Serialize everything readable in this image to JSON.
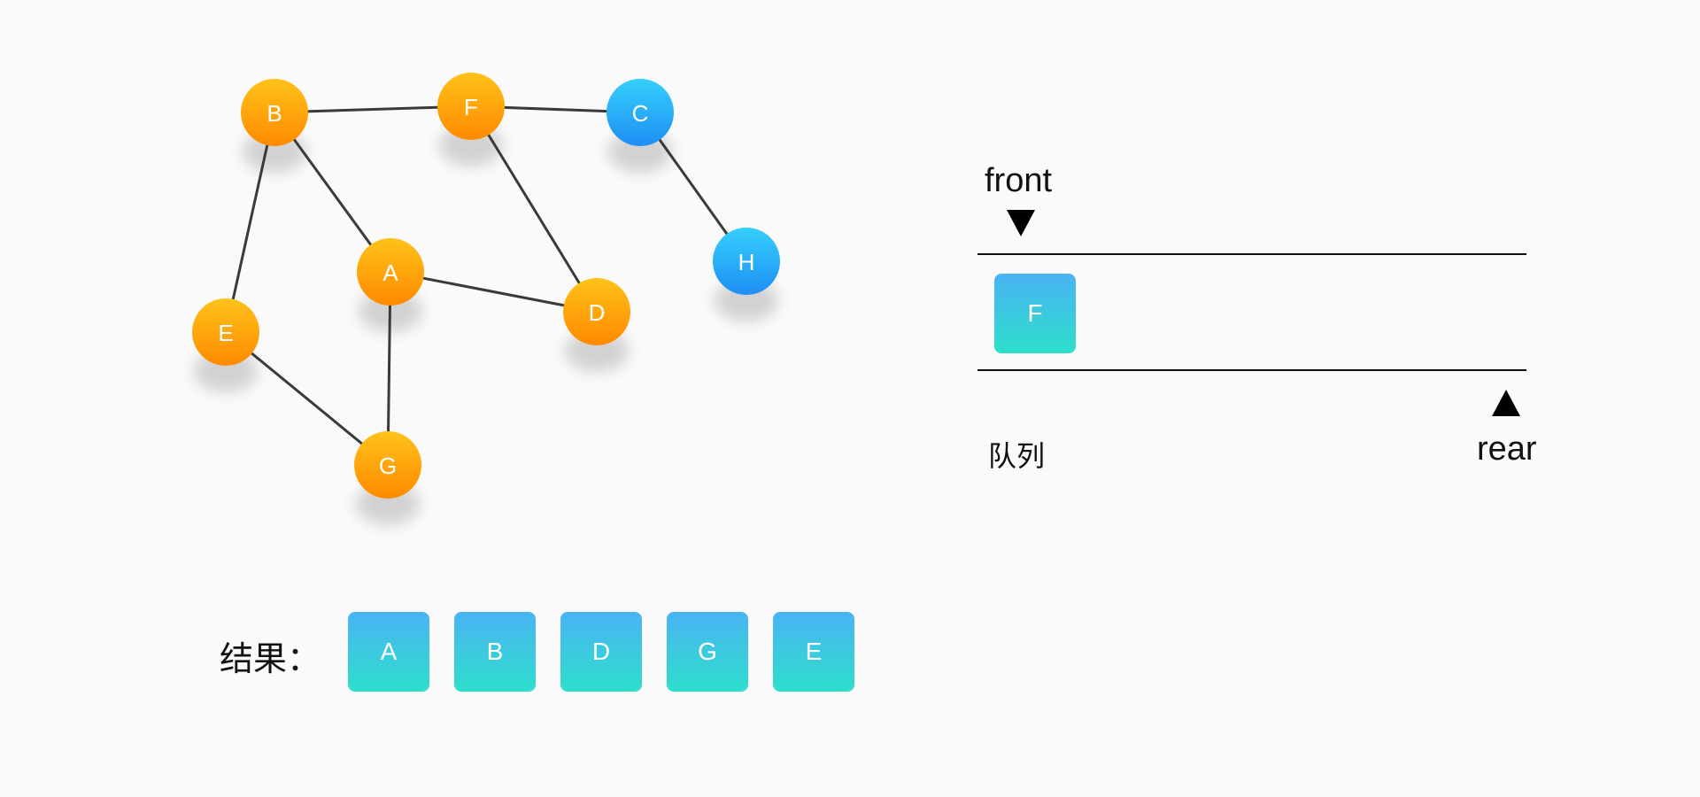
{
  "graph": {
    "nodes": [
      {
        "id": "B",
        "color": "orange"
      },
      {
        "id": "F",
        "color": "orange"
      },
      {
        "id": "C",
        "color": "blue"
      },
      {
        "id": "H",
        "color": "blue"
      },
      {
        "id": "A",
        "color": "orange"
      },
      {
        "id": "D",
        "color": "orange"
      },
      {
        "id": "E",
        "color": "orange"
      },
      {
        "id": "G",
        "color": "orange"
      }
    ],
    "edges": [
      [
        "B",
        "F"
      ],
      [
        "F",
        "C"
      ],
      [
        "C",
        "H"
      ],
      [
        "B",
        "A"
      ],
      [
        "B",
        "E"
      ],
      [
        "F",
        "D"
      ],
      [
        "A",
        "D"
      ],
      [
        "A",
        "G"
      ],
      [
        "E",
        "G"
      ]
    ],
    "colors": {
      "orange_top": "#ffc21a",
      "orange_bottom": "#ff8a00",
      "blue_top": "#35d0fb",
      "blue_bottom": "#1f8ef5"
    }
  },
  "queue": {
    "front_label": "front",
    "rear_label": "rear",
    "caption": "队列",
    "items": [
      "F"
    ]
  },
  "result": {
    "label": "结果：",
    "items": [
      "A",
      "B",
      "D",
      "G",
      "E"
    ]
  }
}
